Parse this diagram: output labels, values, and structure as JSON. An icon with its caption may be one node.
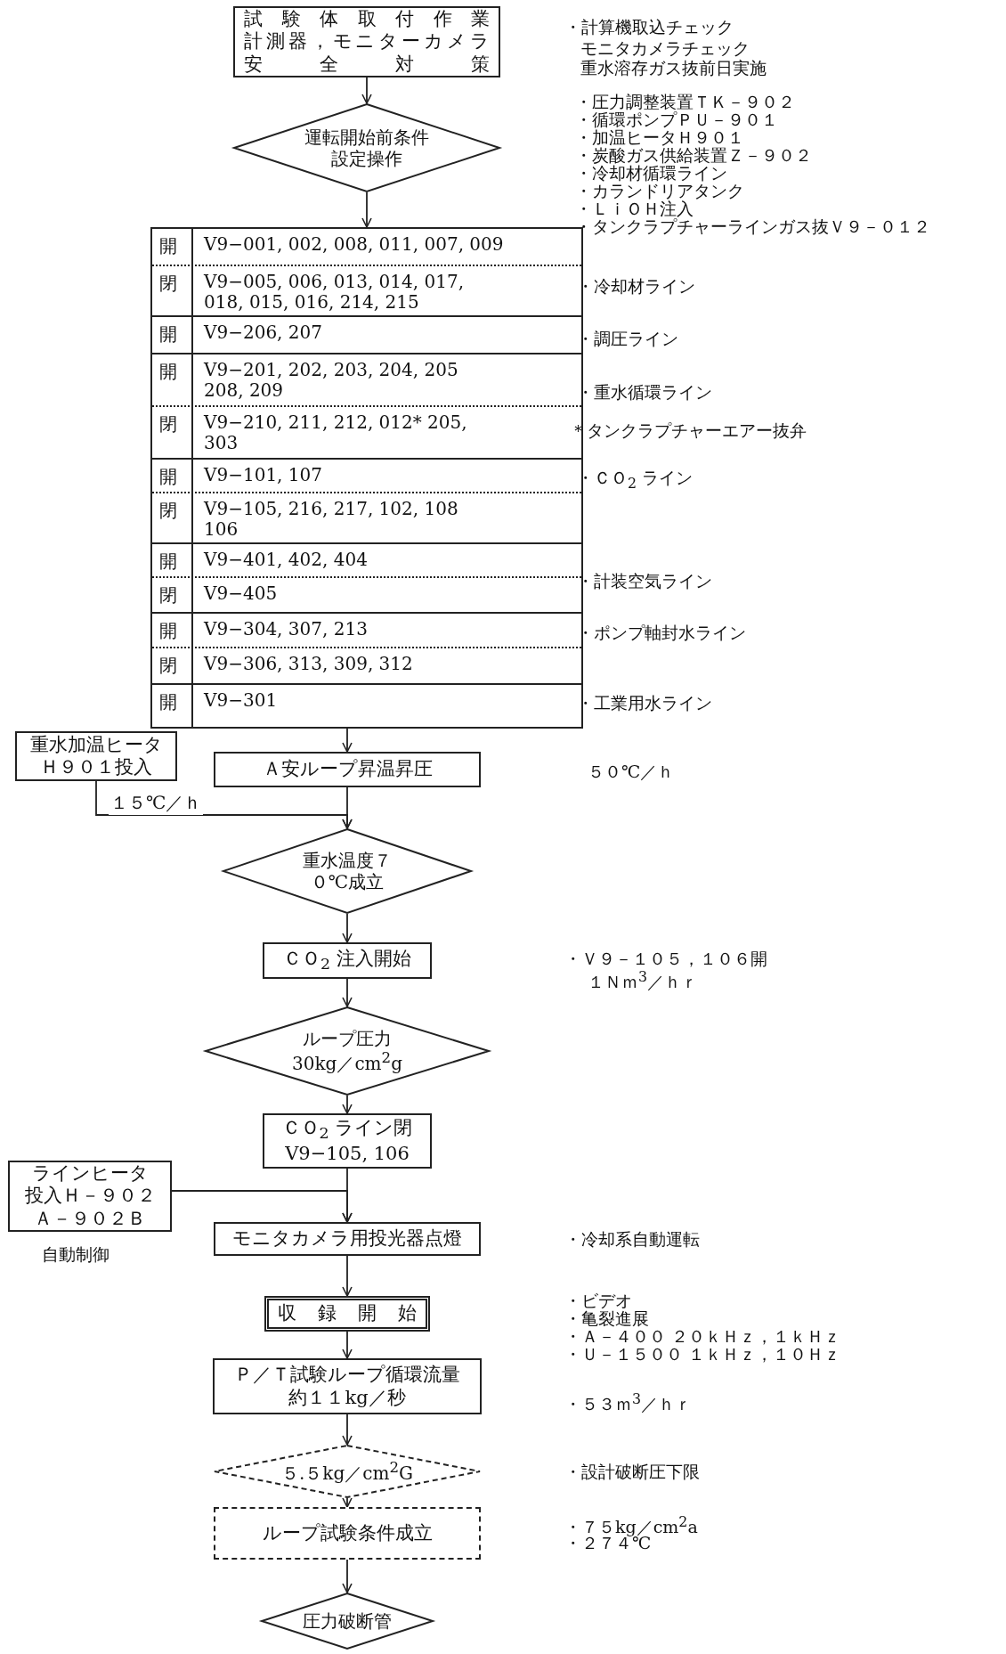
{
  "diagram": {
    "nodes": [
      {
        "text": [
          "試験体取付作業",
          "計測器，モニターカメラ",
          "安全対策"
        ],
        "beside": [
          "・計算機取込チェック",
          "モニタカメラチェック",
          "重水溶存ガス抜前日実施"
        ]
      },
      {
        "text": [
          "運転開始前条件設定操作"
        ],
        "beside": [
          "・圧力調整装置ＴＫ－９０２",
          "・循環ポンプＰＵ－９０１",
          "・加温ヒータＨ９０１",
          "・炭酸ガス供給装置Ｚ－９０２",
          "・冷却材循環ライン",
          "・カランドリアタンク",
          "・ＬｉＯＨ注入",
          "・タンクラプチャーラインガス抜Ｖ９－０１２"
        ]
      },
      {
        "text": [
          "開",
          "V9−001, 002, 008, 011, 007, 009",
          "閉",
          "V9−005, 006, 013, 014, 017, 018, 015, 016, 214, 215",
          "開",
          "V9−206, 207",
          "開",
          "V9−201, 202, 203, 204, 205 208, 209",
          "閉",
          "V9−210, 211, 212, 012* 205, 303",
          "開",
          "V9−101, 107",
          "閉",
          "V9−105, 216, 217, 102, 108 106",
          "開",
          "V9−401, 402, 404",
          "閉",
          "V9−405",
          "開",
          "V9−304, 307, 213",
          "閉",
          "V9−306, 313, 309, 312",
          "開",
          "V9−301"
        ]
      },
      {
        "text": [
          "重水加温ヒータＨ９０１投入"
        ]
      },
      {
        "text": [
          "Ａ安ループ昇温昇圧"
        ]
      },
      {
        "text": [
          "重水温度７０℃成立"
        ]
      },
      {
        "text": [
          "ＣＯ$_{2}$ 注入開始"
        ],
        "beside": [
          "・Ｖ９－１０５，１０６開",
          "１Ｎｍ$^{3}$／ｈｒ"
        ]
      },
      {
        "text": [
          "ループ圧力30kg／cm$^{2}$g"
        ]
      },
      {
        "text": [
          "ＣＯ$_{2}$ ライン閉V9−105, 106"
        ]
      },
      {
        "text": [
          "ラインヒータ投入Ｈ－９０２Ａ－９０２Ｂ"
        ],
        "beside": [
          "自動制御"
        ]
      },
      {
        "text": [
          "モニタカメラ用投光器点燈"
        ]
      },
      {
        "text": [
          "収録開始"
        ],
        "beside": [
          "・ビデオ",
          "・亀裂進展",
          "・Ａ－４００ ２０ｋＨｚ，１ｋＨｚ",
          "・Ｕ－１５００ １ｋＨｚ，１０Ｈｚ"
        ]
      },
      {
        "text": [
          "Ｐ／Ｔ試験ループ循環流量約１１kg／秒"
        ]
      },
      {
        "text": [
          "５.５kg／cm$^{2}$G"
        ]
      },
      {
        "text": [
          "ループ試験条件成立"
        ],
        "beside": [
          "・７５kg／cm$^{2}$a",
          "・２７４℃"
        ]
      },
      {
        "text": [
          "圧力破断管"
        ]
      }
    ],
    "edges": [
      {
        "from": 0,
        "to": 1,
        "arrow": "to"
      },
      {
        "from": 1,
        "to": 2,
        "arrow": "to"
      },
      {
        "from": 2,
        "to": 4,
        "arrow": "to"
      },
      {
        "from": 4,
        "to": 5,
        "arrow": "to"
      },
      {
        "from": 3,
        "to": 5,
        "arrow": "to",
        "label": "１５℃／ｈ"
      },
      {
        "from": 5,
        "to": 6,
        "arrow": "to"
      },
      {
        "from": 6,
        "to": 7,
        "arrow": "to"
      },
      {
        "from": 7,
        "to": 8,
        "arrow": "to"
      },
      {
        "from": 8,
        "to": 10,
        "arrow": "to"
      },
      {
        "from": 9,
        "to": 10,
        "arrow": "to"
      },
      {
        "from": 10,
        "to": 11,
        "arrow": "to"
      },
      {
        "from": 11,
        "to": 12,
        "arrow": "to"
      },
      {
        "from": 12,
        "to": 13,
        "arrow": "to"
      },
      {
        "from": 13,
        "to": 14,
        "arrow": "to"
      },
      {
        "from": 14,
        "to": 15,
        "arrow": "to"
      }
    ],
    "labels": [
      "・冷却材ライン",
      "・調圧ライン",
      "・重水循環ライン",
      "＊タンクラプチャーエアー抜弁",
      "・ＣＯ$_{2}$ ライン",
      "・計装空気ライン",
      "・ポンプ軸封水ライン",
      "・工業用水ライン",
      "５０℃／ｈ",
      "・冷却系自動運転",
      "・５３ｍ$^{3}$／ｈｒ",
      "・設計破断圧下限"
    ]
  }
}
